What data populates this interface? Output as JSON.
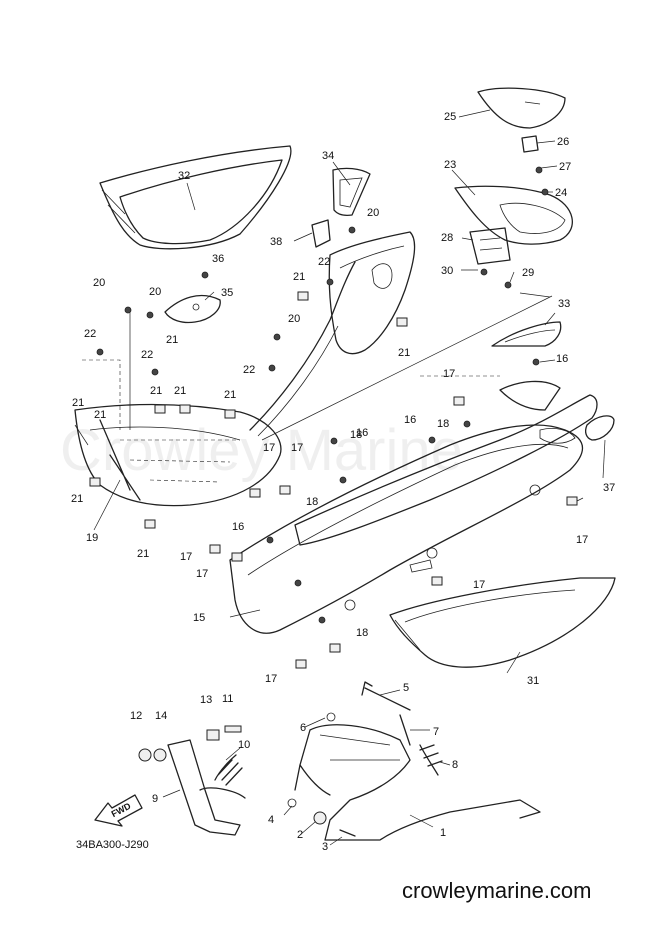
{
  "diagram": {
    "code": "34BA300-J290",
    "website": "crowleymarine.com",
    "watermark": "Crowley Marine",
    "fwd_label": "FWD"
  },
  "callouts": [
    {
      "id": "c1",
      "label": "1"
    },
    {
      "id": "c2",
      "label": "2"
    },
    {
      "id": "c3",
      "label": "3"
    },
    {
      "id": "c4",
      "label": "4"
    },
    {
      "id": "c5",
      "label": "5"
    },
    {
      "id": "c6",
      "label": "6"
    },
    {
      "id": "c7",
      "label": "7"
    },
    {
      "id": "c8",
      "label": "8"
    },
    {
      "id": "c9",
      "label": "9"
    },
    {
      "id": "c10",
      "label": "10"
    },
    {
      "id": "c11",
      "label": "11"
    },
    {
      "id": "c12",
      "label": "12"
    },
    {
      "id": "c13",
      "label": "13"
    },
    {
      "id": "c14",
      "label": "14"
    },
    {
      "id": "c15",
      "label": "15"
    },
    {
      "id": "c16a",
      "label": "16"
    },
    {
      "id": "c16b",
      "label": "16"
    },
    {
      "id": "c16c",
      "label": "16"
    },
    {
      "id": "c16d",
      "label": "16"
    },
    {
      "id": "c17a",
      "label": "17"
    },
    {
      "id": "c17b",
      "label": "17"
    },
    {
      "id": "c17c",
      "label": "17"
    },
    {
      "id": "c17d",
      "label": "17"
    },
    {
      "id": "c17e",
      "label": "17"
    },
    {
      "id": "c17f",
      "label": "17"
    },
    {
      "id": "c17g",
      "label": "17"
    },
    {
      "id": "c17h",
      "label": "17"
    },
    {
      "id": "c18a",
      "label": "18"
    },
    {
      "id": "c18b",
      "label": "18"
    },
    {
      "id": "c18c",
      "label": "18"
    },
    {
      "id": "c18d",
      "label": "18"
    },
    {
      "id": "c19",
      "label": "19"
    },
    {
      "id": "c20a",
      "label": "20"
    },
    {
      "id": "c20b",
      "label": "20"
    },
    {
      "id": "c20c",
      "label": "20"
    },
    {
      "id": "c20d",
      "label": "20"
    },
    {
      "id": "c21a",
      "label": "21"
    },
    {
      "id": "c21b",
      "label": "21"
    },
    {
      "id": "c21c",
      "label": "21"
    },
    {
      "id": "c21d",
      "label": "21"
    },
    {
      "id": "c21e",
      "label": "21"
    },
    {
      "id": "c21f",
      "label": "21"
    },
    {
      "id": "c21g",
      "label": "21"
    },
    {
      "id": "c21h",
      "label": "21"
    },
    {
      "id": "c21i",
      "label": "21"
    },
    {
      "id": "c21j",
      "label": "21"
    },
    {
      "id": "c22a",
      "label": "22"
    },
    {
      "id": "c22b",
      "label": "22"
    },
    {
      "id": "c22c",
      "label": "22"
    },
    {
      "id": "c22d",
      "label": "22"
    },
    {
      "id": "c23",
      "label": "23"
    },
    {
      "id": "c24",
      "label": "24"
    },
    {
      "id": "c25",
      "label": "25"
    },
    {
      "id": "c26",
      "label": "26"
    },
    {
      "id": "c27",
      "label": "27"
    },
    {
      "id": "c28",
      "label": "28"
    },
    {
      "id": "c29",
      "label": "29"
    },
    {
      "id": "c30",
      "label": "30"
    },
    {
      "id": "c31",
      "label": "31"
    },
    {
      "id": "c32",
      "label": "32"
    },
    {
      "id": "c33",
      "label": "33"
    },
    {
      "id": "c34",
      "label": "34"
    },
    {
      "id": "c35",
      "label": "35"
    },
    {
      "id": "c36",
      "label": "36"
    },
    {
      "id": "c37",
      "label": "37"
    },
    {
      "id": "c38",
      "label": "38"
    }
  ]
}
